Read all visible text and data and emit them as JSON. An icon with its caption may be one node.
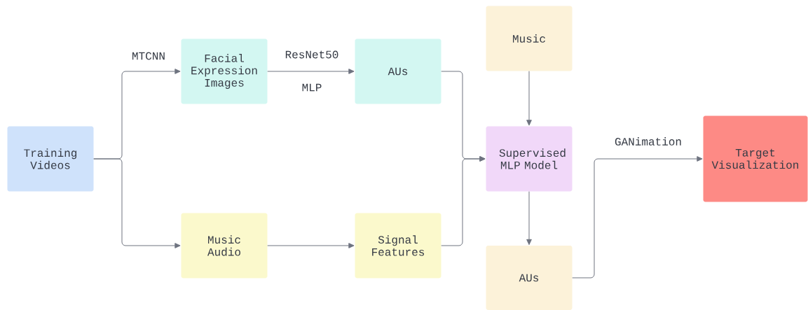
{
  "diagram": {
    "nodes": [
      {
        "text": [
          "Training Videos"
        ]
      },
      {
        "text": [
          "Facial Expression Images"
        ]
      },
      {
        "text": [
          "AUs"
        ]
      },
      {
        "text": [
          "Music Audio"
        ]
      },
      {
        "text": [
          "Signal Features"
        ]
      },
      {
        "text": [
          "Music"
        ]
      },
      {
        "text": [
          "Supervised MLP Model"
        ]
      },
      {
        "text": [
          "AUs"
        ]
      },
      {
        "text": [
          "Target Visualization"
        ]
      }
    ],
    "edges": [
      {
        "from": 0,
        "to": 1,
        "arrow": "to",
        "label": "MTCNN"
      },
      {
        "from": 0,
        "to": 3,
        "arrow": "to"
      },
      {
        "from": 1,
        "to": 2,
        "arrow": "to",
        "label": "ResNet50"
      },
      {
        "from": 3,
        "to": 4,
        "arrow": "to"
      },
      {
        "from": 2,
        "to": 6,
        "arrow": "to"
      },
      {
        "from": 4,
        "to": 6,
        "arrow": "to"
      },
      {
        "from": 5,
        "to": 6,
        "arrow": "to"
      },
      {
        "from": 6,
        "to": 7,
        "arrow": "to"
      },
      {
        "from": 7,
        "to": 8,
        "arrow": "to",
        "label": "GANimation"
      }
    ],
    "labels": [
      "MLP"
    ]
  }
}
